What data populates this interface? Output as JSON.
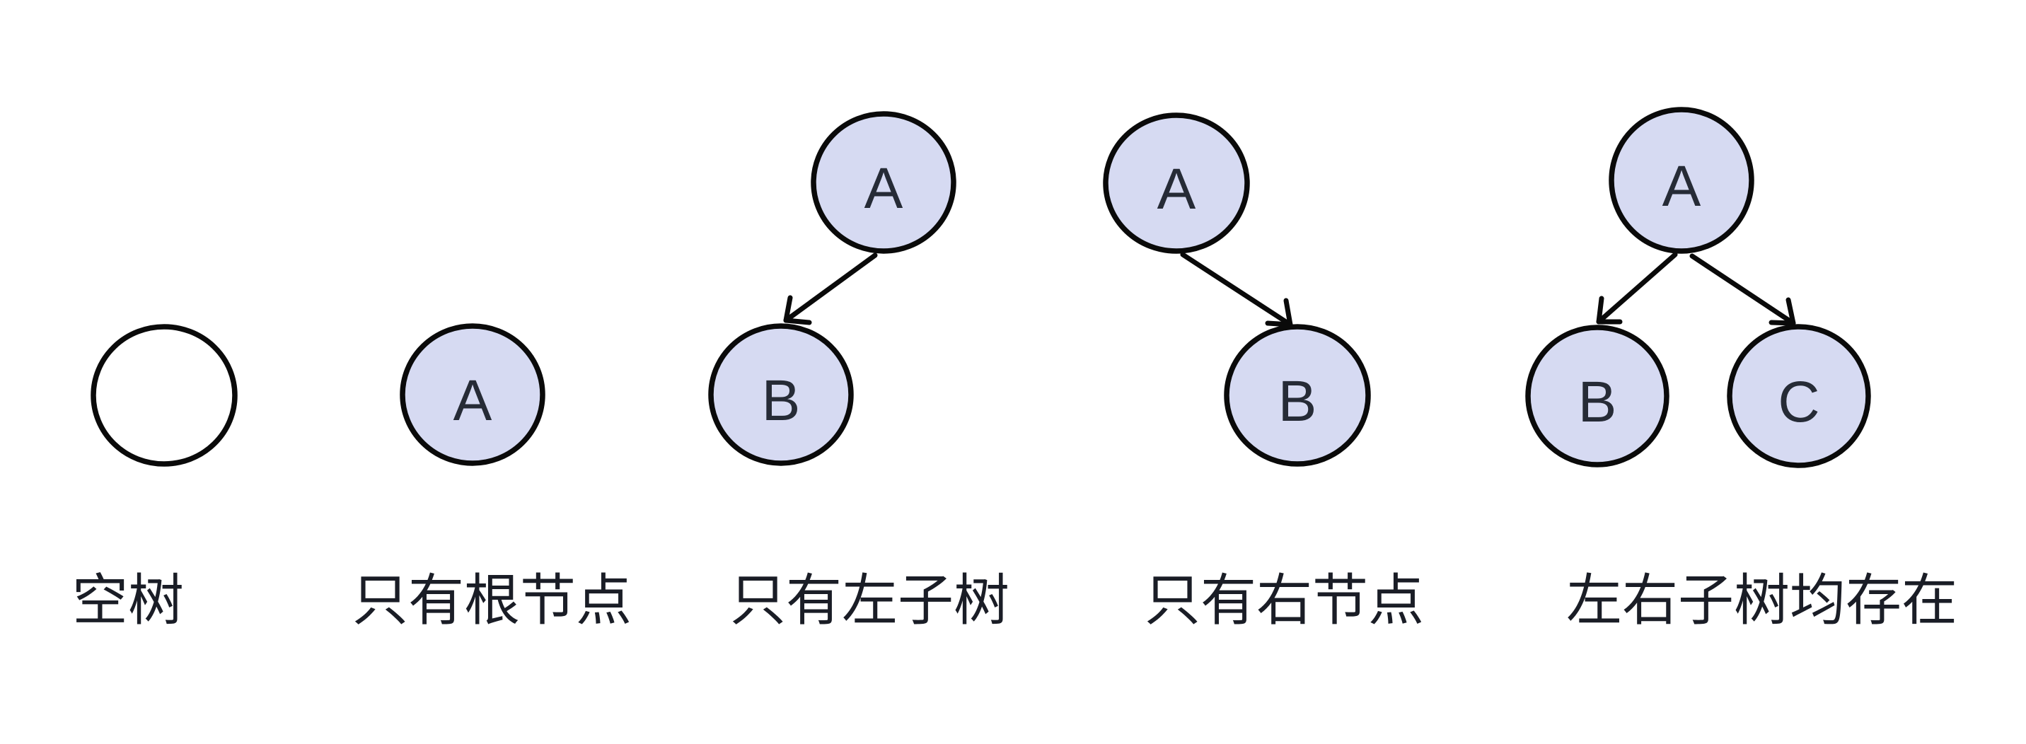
{
  "diagram": {
    "topic": "binary tree five basic forms",
    "trees": [
      {
        "caption": "空树",
        "nodes": [],
        "edges": []
      },
      {
        "caption": "只有根节点",
        "nodes": [
          {
            "label": "A",
            "role": "root"
          }
        ],
        "edges": []
      },
      {
        "caption": "只有左子树",
        "nodes": [
          {
            "label": "A",
            "role": "root"
          },
          {
            "label": "B",
            "role": "left-child"
          }
        ],
        "edges": [
          {
            "from": "A",
            "to": "B",
            "direction": "left"
          }
        ]
      },
      {
        "caption": "只有右节点",
        "nodes": [
          {
            "label": "A",
            "role": "root"
          },
          {
            "label": "B",
            "role": "right-child"
          }
        ],
        "edges": [
          {
            "from": "A",
            "to": "B",
            "direction": "right"
          }
        ]
      },
      {
        "caption": "左右子树均存在",
        "nodes": [
          {
            "label": "A",
            "role": "root"
          },
          {
            "label": "B",
            "role": "left-child"
          },
          {
            "label": "C",
            "role": "right-child"
          }
        ],
        "edges": [
          {
            "from": "A",
            "to": "B",
            "direction": "left"
          },
          {
            "from": "A",
            "to": "C",
            "direction": "right"
          }
        ]
      }
    ],
    "colors": {
      "background": "#ffffff",
      "node_fill": "#d6daf2",
      "empty_node_fill": "#ffffff",
      "node_stroke": "#0a0a0a",
      "node_label": "#262b36",
      "caption_text": "#1a1d26"
    }
  }
}
